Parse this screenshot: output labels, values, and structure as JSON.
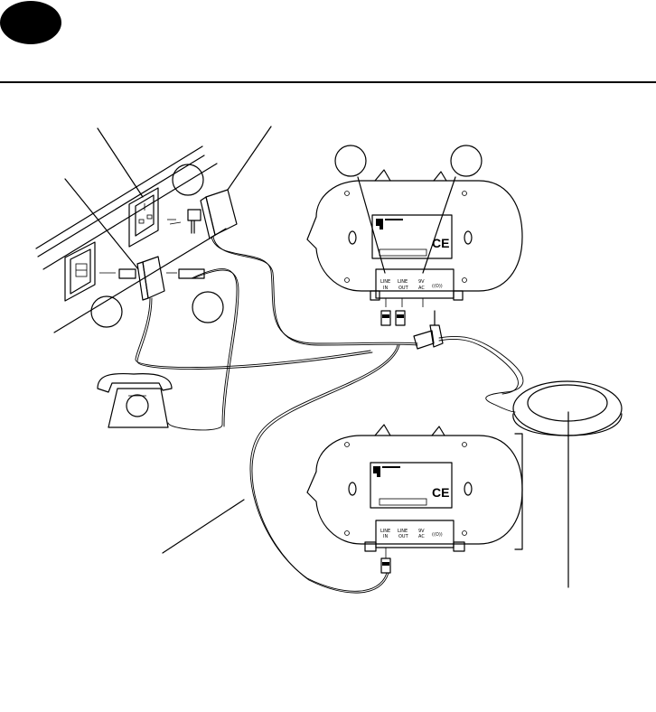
{
  "header": {
    "badge_color": "#000000",
    "rule_color": "#000000"
  },
  "base_unit": {
    "ports": [
      {
        "line1": "LINE",
        "line2": "IN"
      },
      {
        "line1": "LINE",
        "line2": "OUT"
      },
      {
        "line1": "9V",
        "line2": "AC"
      },
      {
        "line1": "((O))",
        "line2": ""
      }
    ],
    "mark": "CE"
  },
  "extension_unit": {
    "ports": [
      {
        "line1": "LINE",
        "line2": "IN"
      },
      {
        "line1": "LINE",
        "line2": "OUT"
      },
      {
        "line1": "9V",
        "line2": "AC"
      },
      {
        "line1": "((O))",
        "line2": ""
      }
    ],
    "mark": "CE"
  },
  "icons": [
    "wall-socket-icon",
    "power-adapter-icon",
    "phone-wall-jack-icon",
    "telephone-icon",
    "vibration-pad-icon"
  ]
}
